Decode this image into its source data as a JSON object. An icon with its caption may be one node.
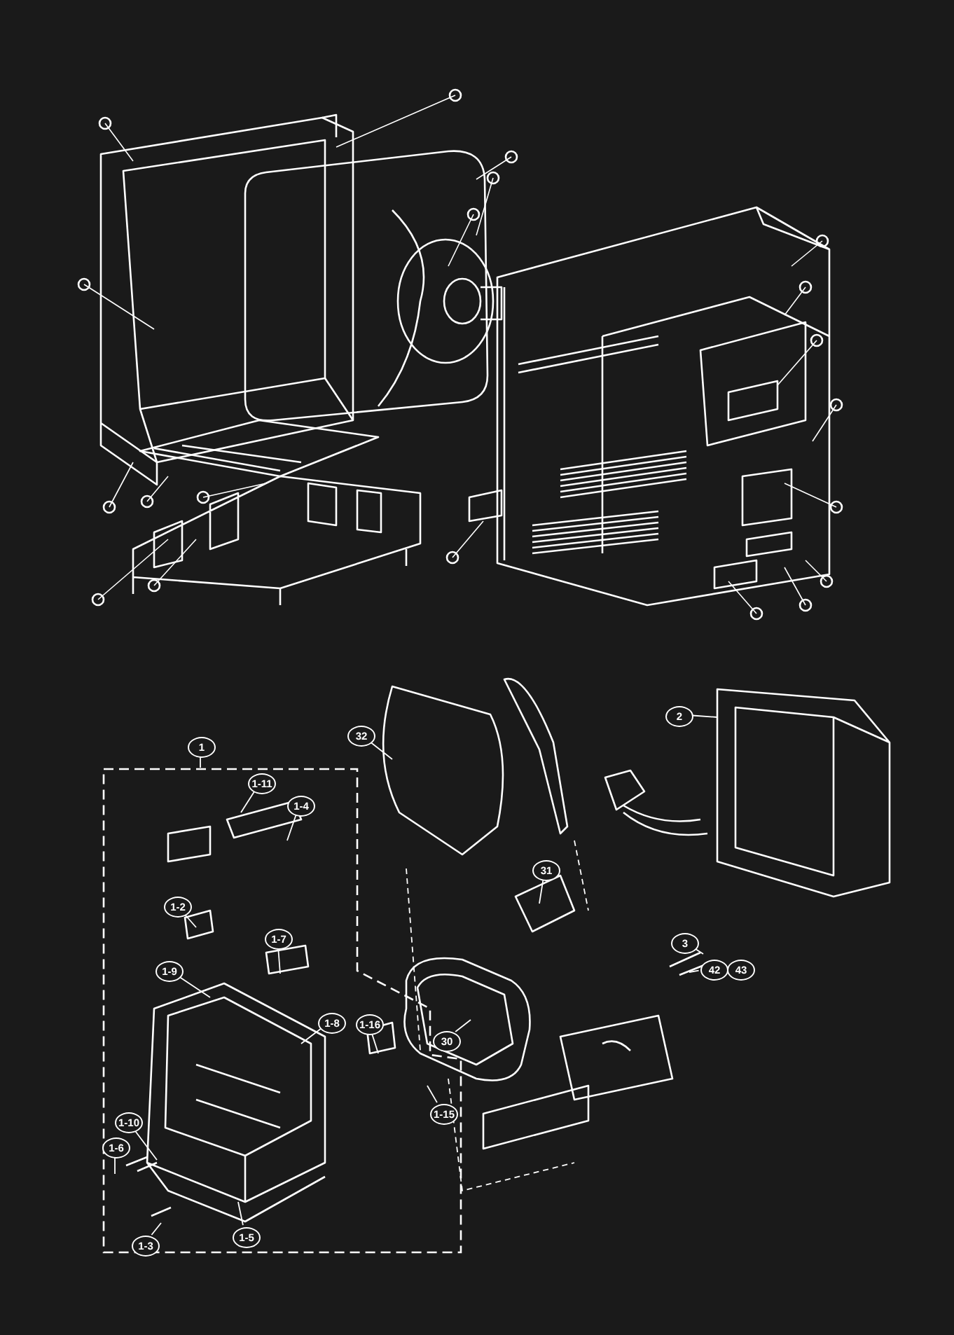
{
  "diagram": {
    "nodes": [
      {
        "text": [],
        "shape": "box"
      },
      {
        "text": [
          "1"
        ]
      },
      {
        "text": [
          "1-11"
        ],
        "in": 0
      },
      {
        "text": [
          "1-4"
        ],
        "in": 0
      },
      {
        "text": [
          "1-2"
        ],
        "in": 0
      },
      {
        "text": [
          "1-7"
        ],
        "in": 0
      },
      {
        "text": [
          "1-9"
        ],
        "in": 0
      },
      {
        "text": [
          "1-8"
        ],
        "in": 0
      },
      {
        "text": [
          "1-16"
        ],
        "in": 0
      },
      {
        "text": [
          "1-10"
        ],
        "in": 0
      },
      {
        "text": [
          "1-6"
        ],
        "in": 0
      },
      {
        "text": [
          "1-3"
        ],
        "in": 0
      },
      {
        "text": [
          "1-5"
        ],
        "in": 0
      },
      {
        "text": [
          "1-15"
        ],
        "in": 0
      },
      {
        "text": [
          "32"
        ]
      },
      {
        "text": [
          "31"
        ]
      },
      {
        "text": [
          "30"
        ]
      },
      {
        "text": [
          "2"
        ]
      },
      {
        "text": [
          "3"
        ]
      },
      {
        "text": [
          "42"
        ]
      },
      {
        "text": [
          "43"
        ]
      }
    ],
    "edges": [
      {
        "from": 1,
        "to": 0,
        "arrow": "none"
      },
      {
        "from": 2,
        "to": null,
        "arrow": "none"
      },
      {
        "from": 3,
        "to": null,
        "arrow": "none"
      },
      {
        "from": 4,
        "to": null,
        "arrow": "none"
      },
      {
        "from": 5,
        "to": null,
        "arrow": "none"
      },
      {
        "from": 6,
        "to": null,
        "arrow": "none"
      },
      {
        "from": 7,
        "to": null,
        "arrow": "none"
      },
      {
        "from": 8,
        "to": null,
        "arrow": "none"
      },
      {
        "from": 9,
        "to": null,
        "arrow": "none"
      },
      {
        "from": 10,
        "to": null,
        "arrow": "none"
      },
      {
        "from": 11,
        "to": null,
        "arrow": "none"
      },
      {
        "from": 12,
        "to": null,
        "arrow": "none"
      },
      {
        "from": 13,
        "to": null,
        "arrow": "none"
      },
      {
        "from": 14,
        "to": null,
        "arrow": "none"
      },
      {
        "from": 15,
        "to": null,
        "arrow": "none"
      },
      {
        "from": 16,
        "to": null,
        "arrow": "none"
      },
      {
        "from": 17,
        "to": null,
        "arrow": "none"
      },
      {
        "from": 18,
        "to": null,
        "arrow": "none"
      },
      {
        "from": 19,
        "to": null,
        "arrow": "none"
      }
    ]
  }
}
